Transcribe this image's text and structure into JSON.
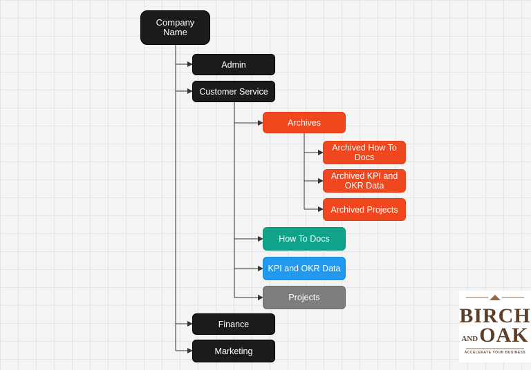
{
  "diagram": {
    "root": "Company Name",
    "admin": "Admin",
    "customer_service": "Customer Service",
    "archives": "Archives",
    "archived_how_to_docs": "Archived How To Docs",
    "archived_kpi_okr": "Archived KPI and OKR Data",
    "archived_projects": "Archived Projects",
    "how_to_docs": "How To Docs",
    "kpi_okr": "KPI and OKR Data",
    "projects": "Projects",
    "finance": "Finance",
    "marketing": "Marketing"
  },
  "colors": {
    "dark": "#1b1b1b",
    "orange": "#f1471f",
    "teal": "#0fa38a",
    "blue": "#1f9af0",
    "gray": "#7d7d7d",
    "connector": "#333333"
  },
  "logo": {
    "line1": "BIRCH",
    "line2_small": "AND",
    "line2_big": "OAK",
    "tagline": "ACCELERATE YOUR BUSINESS"
  }
}
